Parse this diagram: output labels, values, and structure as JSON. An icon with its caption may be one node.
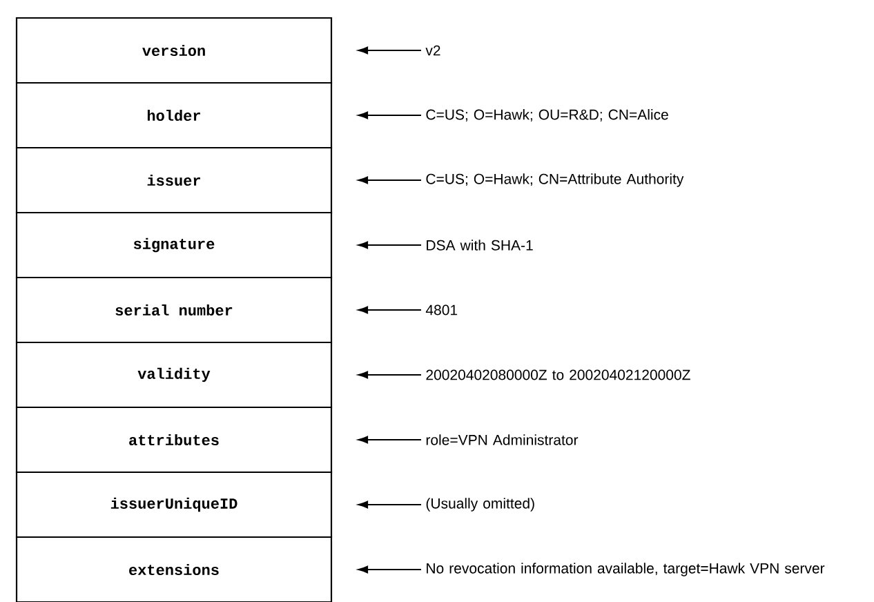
{
  "diagram": {
    "nodes": [
      {
        "text": [
          "version"
        ]
      },
      {
        "text": [
          "holder"
        ]
      },
      {
        "text": [
          "issuer"
        ]
      },
      {
        "text": [
          "signature"
        ]
      },
      {
        "text": [
          "serial number"
        ]
      },
      {
        "text": [
          "validity"
        ]
      },
      {
        "text": [
          "attributes"
        ]
      },
      {
        "text": [
          "issuerUniqueID"
        ]
      },
      {
        "text": [
          "extensions"
        ]
      },
      {
        "text": [
          "v2"
        ]
      },
      {
        "text": [
          "C=US; O=Hawk; OU=R&D; CN=Alice"
        ]
      },
      {
        "text": [
          "C=US; O=Hawk; CN=Attribute Authority"
        ]
      },
      {
        "text": [
          "DSA with SHA-1"
        ]
      },
      {
        "text": [
          "4801"
        ]
      },
      {
        "text": [
          "20020402080000Z to 20020402120000Z"
        ]
      },
      {
        "text": [
          "role=VPN Administrator"
        ]
      },
      {
        "text": [
          "(Usually omitted)"
        ]
      },
      {
        "text": [
          "No revocation information available, target=Hawk VPN server"
        ]
      }
    ],
    "edges": [
      {
        "from": 9,
        "to": 0,
        "arrow": "to"
      },
      {
        "from": 10,
        "to": 1,
        "arrow": "to"
      },
      {
        "from": 11,
        "to": 2,
        "arrow": "to"
      },
      {
        "from": 12,
        "to": 3,
        "arrow": "to"
      },
      {
        "from": 13,
        "to": 4,
        "arrow": "to"
      },
      {
        "from": 14,
        "to": 5,
        "arrow": "to"
      },
      {
        "from": 15,
        "to": 6,
        "arrow": "to"
      },
      {
        "from": 16,
        "to": 7,
        "arrow": "to"
      },
      {
        "from": 17,
        "to": 8,
        "arrow": "to"
      }
    ]
  }
}
